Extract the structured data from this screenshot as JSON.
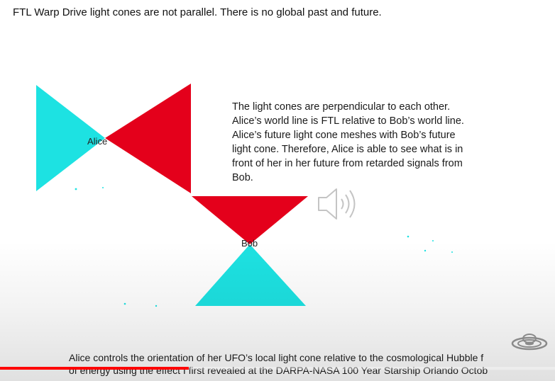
{
  "slide": {
    "title": "FTL Warp Drive light cones are not parallel. There is no global past and future.",
    "labels": {
      "alice": "Alice",
      "bob": "Bob"
    },
    "explanation_lines": [
      "The light cones are perpendicular to each other.",
      "Alice’s world line is FTL relative to Bob’s world line.",
      "Alice’s future light cone meshes with Bob’s future",
      "light cone. Therefore, Alice is able to see what is in",
      "front of her in her future from retarded signals from",
      "Bob."
    ],
    "colors": {
      "past_cone": "#1de2e2",
      "future_cone": "#e4001b"
    },
    "icons": {
      "speaker": "speaker-icon",
      "watermark": "ufo-logo-icon"
    }
  },
  "player": {
    "caption_lines": [
      "Alice controls the orientation of her UFO’s local light cone relative to the cosmological Hubble f",
      "of energy using the effect I first revealed at the DARPA-NASA 100 Year Starship Orlando Octob"
    ],
    "progress_fraction": 0.34,
    "progress_color": "#ff0000"
  }
}
